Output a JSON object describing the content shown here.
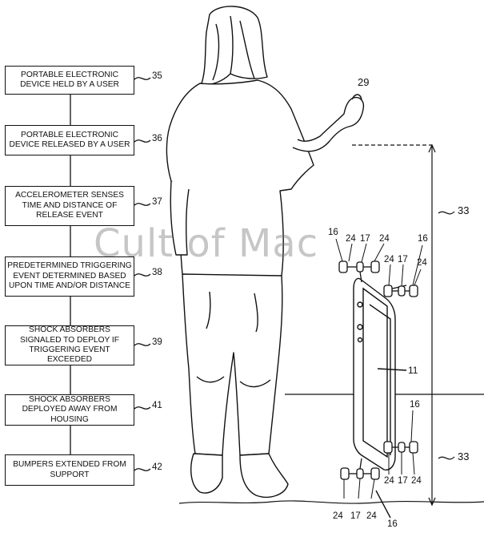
{
  "flowchart": {
    "steps": [
      {
        "text": "PORTABLE ELECTRONIC DEVICE HELD BY A USER",
        "ref": "35"
      },
      {
        "text": "PORTABLE ELECTRONIC DEVICE RELEASED BY A USER",
        "ref": "36"
      },
      {
        "text": "ACCELEROMETER SENSES TIME AND DISTANCE OF RELEASE EVENT",
        "ref": "37"
      },
      {
        "text": "PREDETERMINED TRIGGERING EVENT DETERMINED BASED UPON TIME AND/OR DISTANCE",
        "ref": "38"
      },
      {
        "text": "SHOCK ABSORBERS SIGNALED TO DEPLOY IF TRIGGERING EVENT EXCEEDED",
        "ref": "39"
      },
      {
        "text": "SHOCK ABSORBERS DEPLOYED AWAY FROM HOUSING",
        "ref": "41"
      },
      {
        "text": "BUMPERS EXTENDED FROM SUPPORT",
        "ref": "42"
      }
    ]
  },
  "labels": {
    "hand": "29",
    "drop_height_top": "33",
    "drop_height_bottom": "33",
    "device": "11",
    "shock_absorber_tl": "16",
    "shock_absorber_tr": "16",
    "shock_absorber_br": "16",
    "shock_absorber_bottom": "16",
    "bumper_a": "24",
    "support_a": "17",
    "bumper_b": "24",
    "bumper_c": "24",
    "support_b": "17",
    "bumper_d": "24",
    "bumper_e": "24",
    "support_c": "17",
    "bumper_f": "24",
    "bumper_g": "24",
    "support_d": "17",
    "bumper_h": "24"
  },
  "watermark": "Cult of Mac"
}
